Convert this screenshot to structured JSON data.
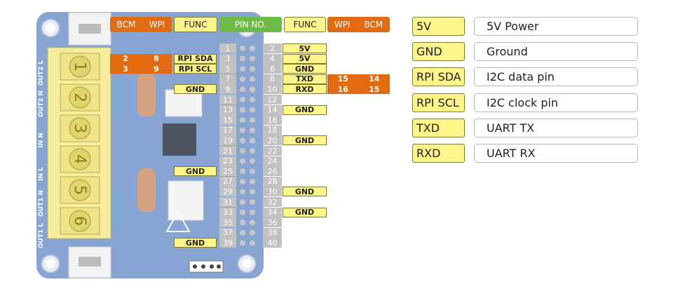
{
  "headers": {
    "bcm": "BCM",
    "wpi": "WPI",
    "func": "FUNC",
    "pin_no": "PIN NO."
  },
  "pins": {
    "left": [
      "1",
      "3",
      "5",
      "7",
      "9",
      "11",
      "13",
      "15",
      "17",
      "19",
      "21",
      "23",
      "25",
      "27",
      "29",
      "31",
      "33",
      "35",
      "37",
      "39"
    ],
    "right": [
      "2",
      "4",
      "6",
      "8",
      "10",
      "12",
      "14",
      "16",
      "18",
      "20",
      "22",
      "24",
      "26",
      "28",
      "30",
      "32",
      "34",
      "36",
      "38",
      "40"
    ]
  },
  "func_left": {
    "p3": "RPI SDA",
    "p5": "RPI SCL",
    "p9": "GND",
    "p25": "GND",
    "p39": "GND"
  },
  "func_right": {
    "p2": "5V",
    "p4": "5V",
    "p6": "GND",
    "p8": "TXD",
    "p10": "RXD",
    "p14": "GND",
    "p20": "GND",
    "p30": "GND",
    "p34": "GND"
  },
  "gpio_left": {
    "p3": {
      "bcm": "2",
      "wpi": "8"
    },
    "p5": {
      "bcm": "3",
      "wpi": "9"
    }
  },
  "gpio_right": {
    "p8": {
      "wpi": "15",
      "bcm": "14"
    },
    "p10": {
      "wpi": "16",
      "bcm": "15"
    }
  },
  "board_labels": {
    "out2_l": "OUT2 L",
    "out2_n": "OUT2 N",
    "in_n": "IN N",
    "in_l": "IN L",
    "out1_n": "OUT1 N",
    "out1_l": "OUT1 L",
    "terminals": [
      "1",
      "2",
      "3",
      "4",
      "5",
      "6"
    ]
  },
  "legend": [
    {
      "key": "5V",
      "value": "5V Power"
    },
    {
      "key": "GND",
      "value": "Ground"
    },
    {
      "key": "RPI SDA",
      "value": "I2C data pin"
    },
    {
      "key": "RPI SCL",
      "value": "I2C clock pin"
    },
    {
      "key": "TXD",
      "value": "UART TX"
    },
    {
      "key": "RXD",
      "value": "UART RX"
    }
  ],
  "colors": {
    "orange": "#e26b12",
    "yellow": "#fdf58a",
    "green": "#6dba45",
    "gray": "#c2c2c2",
    "board": "#3f6db6"
  }
}
